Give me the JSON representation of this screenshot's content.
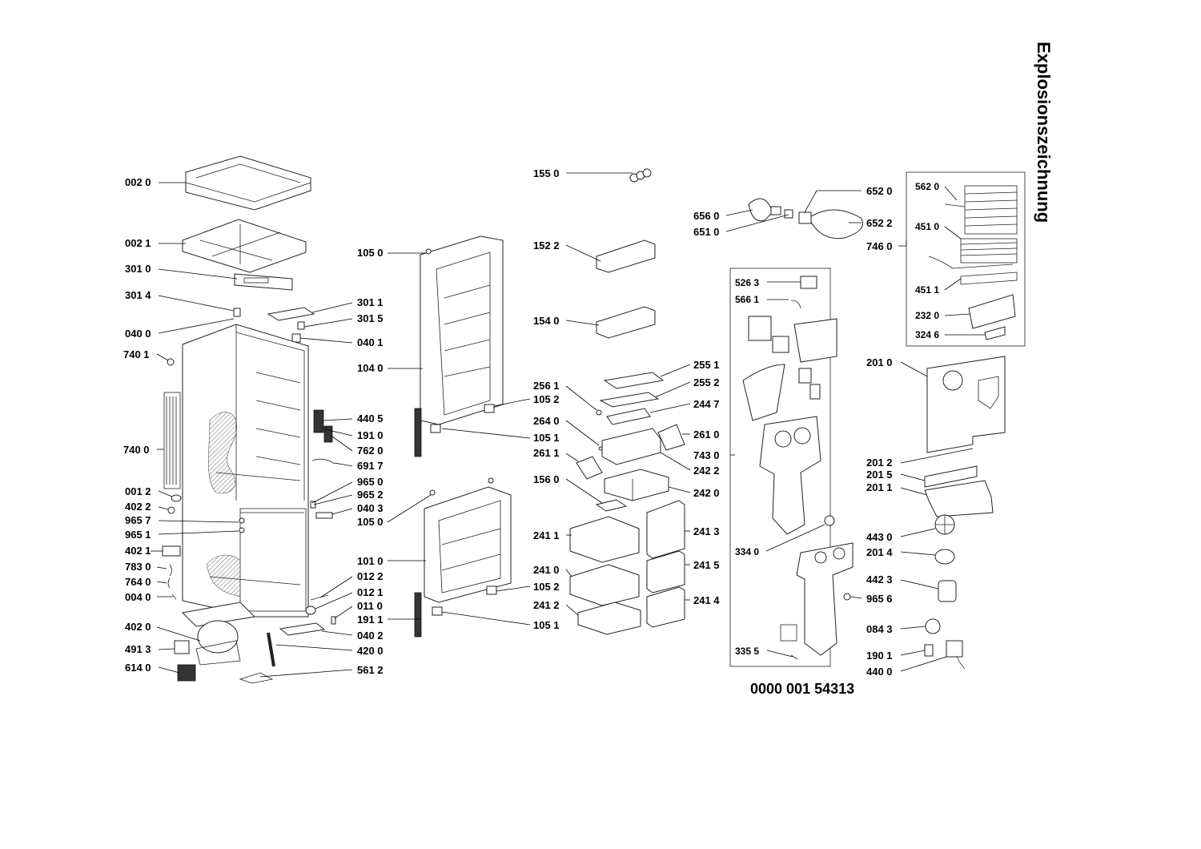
{
  "title": "Explosionszeichnung",
  "drawing_number": "0000 001 54313",
  "part_labels": {
    "p0020": "002 0",
    "p0021": "002 1",
    "p3010": "301 0",
    "p3014": "301 4",
    "p0400": "040 0",
    "p3011": "301 1",
    "p3015": "301 5",
    "p0401": "040 1",
    "p7401": "740 1",
    "p7400": "740 0",
    "p0012": "001 2",
    "p4022": "402 2",
    "p9657": "965 7",
    "p9651": "965 1",
    "p4021": "402 1",
    "p7830": "783 0",
    "p7640": "764 0",
    "p0040": "004 0",
    "p4020": "402 0",
    "p4913": "491 3",
    "p6140": "614 0",
    "p4405": "440 5",
    "p1910": "191 0",
    "p7620": "762 0",
    "p6917": "691 7",
    "p9650": "965 0",
    "p9652": "965 2",
    "p0403": "040 3",
    "p1050": "105 0",
    "p1050b": "105 0",
    "p1040": "104 0",
    "p1010": "101 0",
    "p0122": "012 2",
    "p0121": "012 1",
    "p0110": "011 0",
    "p1911": "191 1",
    "p0402": "040 2",
    "p4200": "420 0",
    "p5612": "561 2",
    "p1550": "155 0",
    "p1522": "152 2",
    "p1540": "154 0",
    "p2561": "256 1",
    "p1052": "105 2",
    "p2640": "264 0",
    "p1051": "105 1",
    "p2611": "261 1",
    "p1560": "156 0",
    "p2411": "241 1",
    "p2410": "241 0",
    "p2412": "241 2",
    "p1052b": "105 2",
    "p1051b": "105 1",
    "p2551": "255 1",
    "p2552": "255 2",
    "p2447": "244 7",
    "p2610": "261 0",
    "p2422": "242 2",
    "p2420": "242 0",
    "p2413": "241 3",
    "p2415": "241 5",
    "p2414": "241 4",
    "p6560": "656 0",
    "p6510": "651 0",
    "p6520": "652 0",
    "p6522": "652 2",
    "p5263": "526 3",
    "p5661": "566 1",
    "p7430": "743 0",
    "p3340": "334 0",
    "p3355": "335 5",
    "p9656": "965 6",
    "p5620": "562 0",
    "p4510": "451 0",
    "p7460": "746 0",
    "p4511": "451 1",
    "p2320": "232 0",
    "p3246": "324 6",
    "p2010": "201 0",
    "p2012": "201 2",
    "p2015": "201 5",
    "p2011": "201 1",
    "p4430": "443 0",
    "p2014": "201 4",
    "p4423": "442 3",
    "p0843": "084 3",
    "p1901": "190 1",
    "p4400": "440 0"
  }
}
